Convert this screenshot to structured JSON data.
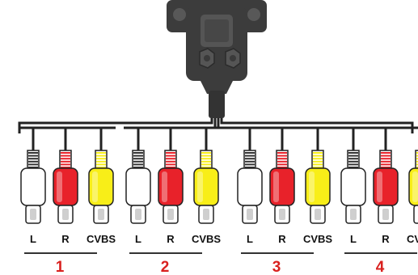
{
  "colors": {
    "background": "#ffffff",
    "wire": "#222222",
    "connector_body": "#3c3c3c",
    "connector_face": "#5a5a5a",
    "plug_white": "#ffffff",
    "plug_red": "#e8222a",
    "plug_yellow": "#f8ee18",
    "group_number": "#d9201e",
    "underline": "#333333"
  },
  "connector": {
    "icon": "db15-connector-icon"
  },
  "groups": [
    {
      "number": "1",
      "plugs": [
        {
          "label": "L",
          "color": "white"
        },
        {
          "label": "R",
          "color": "red"
        },
        {
          "label": "CVBS",
          "color": "yellow"
        }
      ]
    },
    {
      "number": "2",
      "plugs": [
        {
          "label": "L",
          "color": "white"
        },
        {
          "label": "R",
          "color": "red"
        },
        {
          "label": "CVBS",
          "color": "yellow"
        }
      ]
    },
    {
      "number": "3",
      "plugs": [
        {
          "label": "L",
          "color": "white"
        },
        {
          "label": "R",
          "color": "red"
        },
        {
          "label": "CVBS",
          "color": "yellow"
        }
      ]
    },
    {
      "number": "4",
      "plugs": [
        {
          "label": "L",
          "color": "white"
        },
        {
          "label": "R",
          "color": "red"
        },
        {
          "label": "CVBS",
          "color": "yellow"
        }
      ]
    }
  ]
}
